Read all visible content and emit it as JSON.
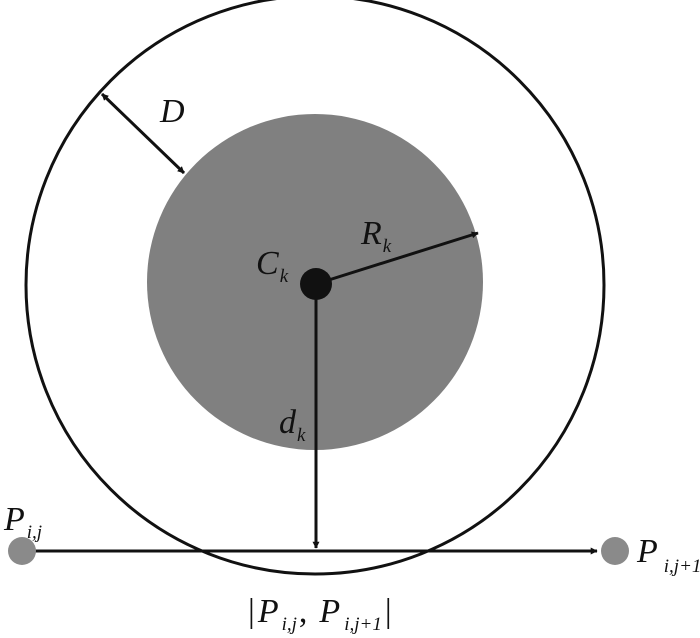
{
  "colors": {
    "ink": "#111111",
    "obstacle_fill": "#808080",
    "waypoint_fill": "#8a8a8a",
    "background": "#ffffff"
  },
  "labels": {
    "D": "D",
    "C_main": "C",
    "C_sub": "k",
    "R_main": "R",
    "R_sub": "k",
    "d_main": "d",
    "d_sub": "k",
    "P_start_main": "P",
    "P_start_sub": "i,j",
    "P_end_main": "P",
    "P_end_sub": "i,j+1",
    "formula": {
      "bar_left": "|",
      "p1_main": "P",
      "p1_sub": "i,j",
      "comma": ",",
      "p2_main": "P",
      "p2_sub": "i,j+1",
      "bar_right": "|"
    }
  }
}
